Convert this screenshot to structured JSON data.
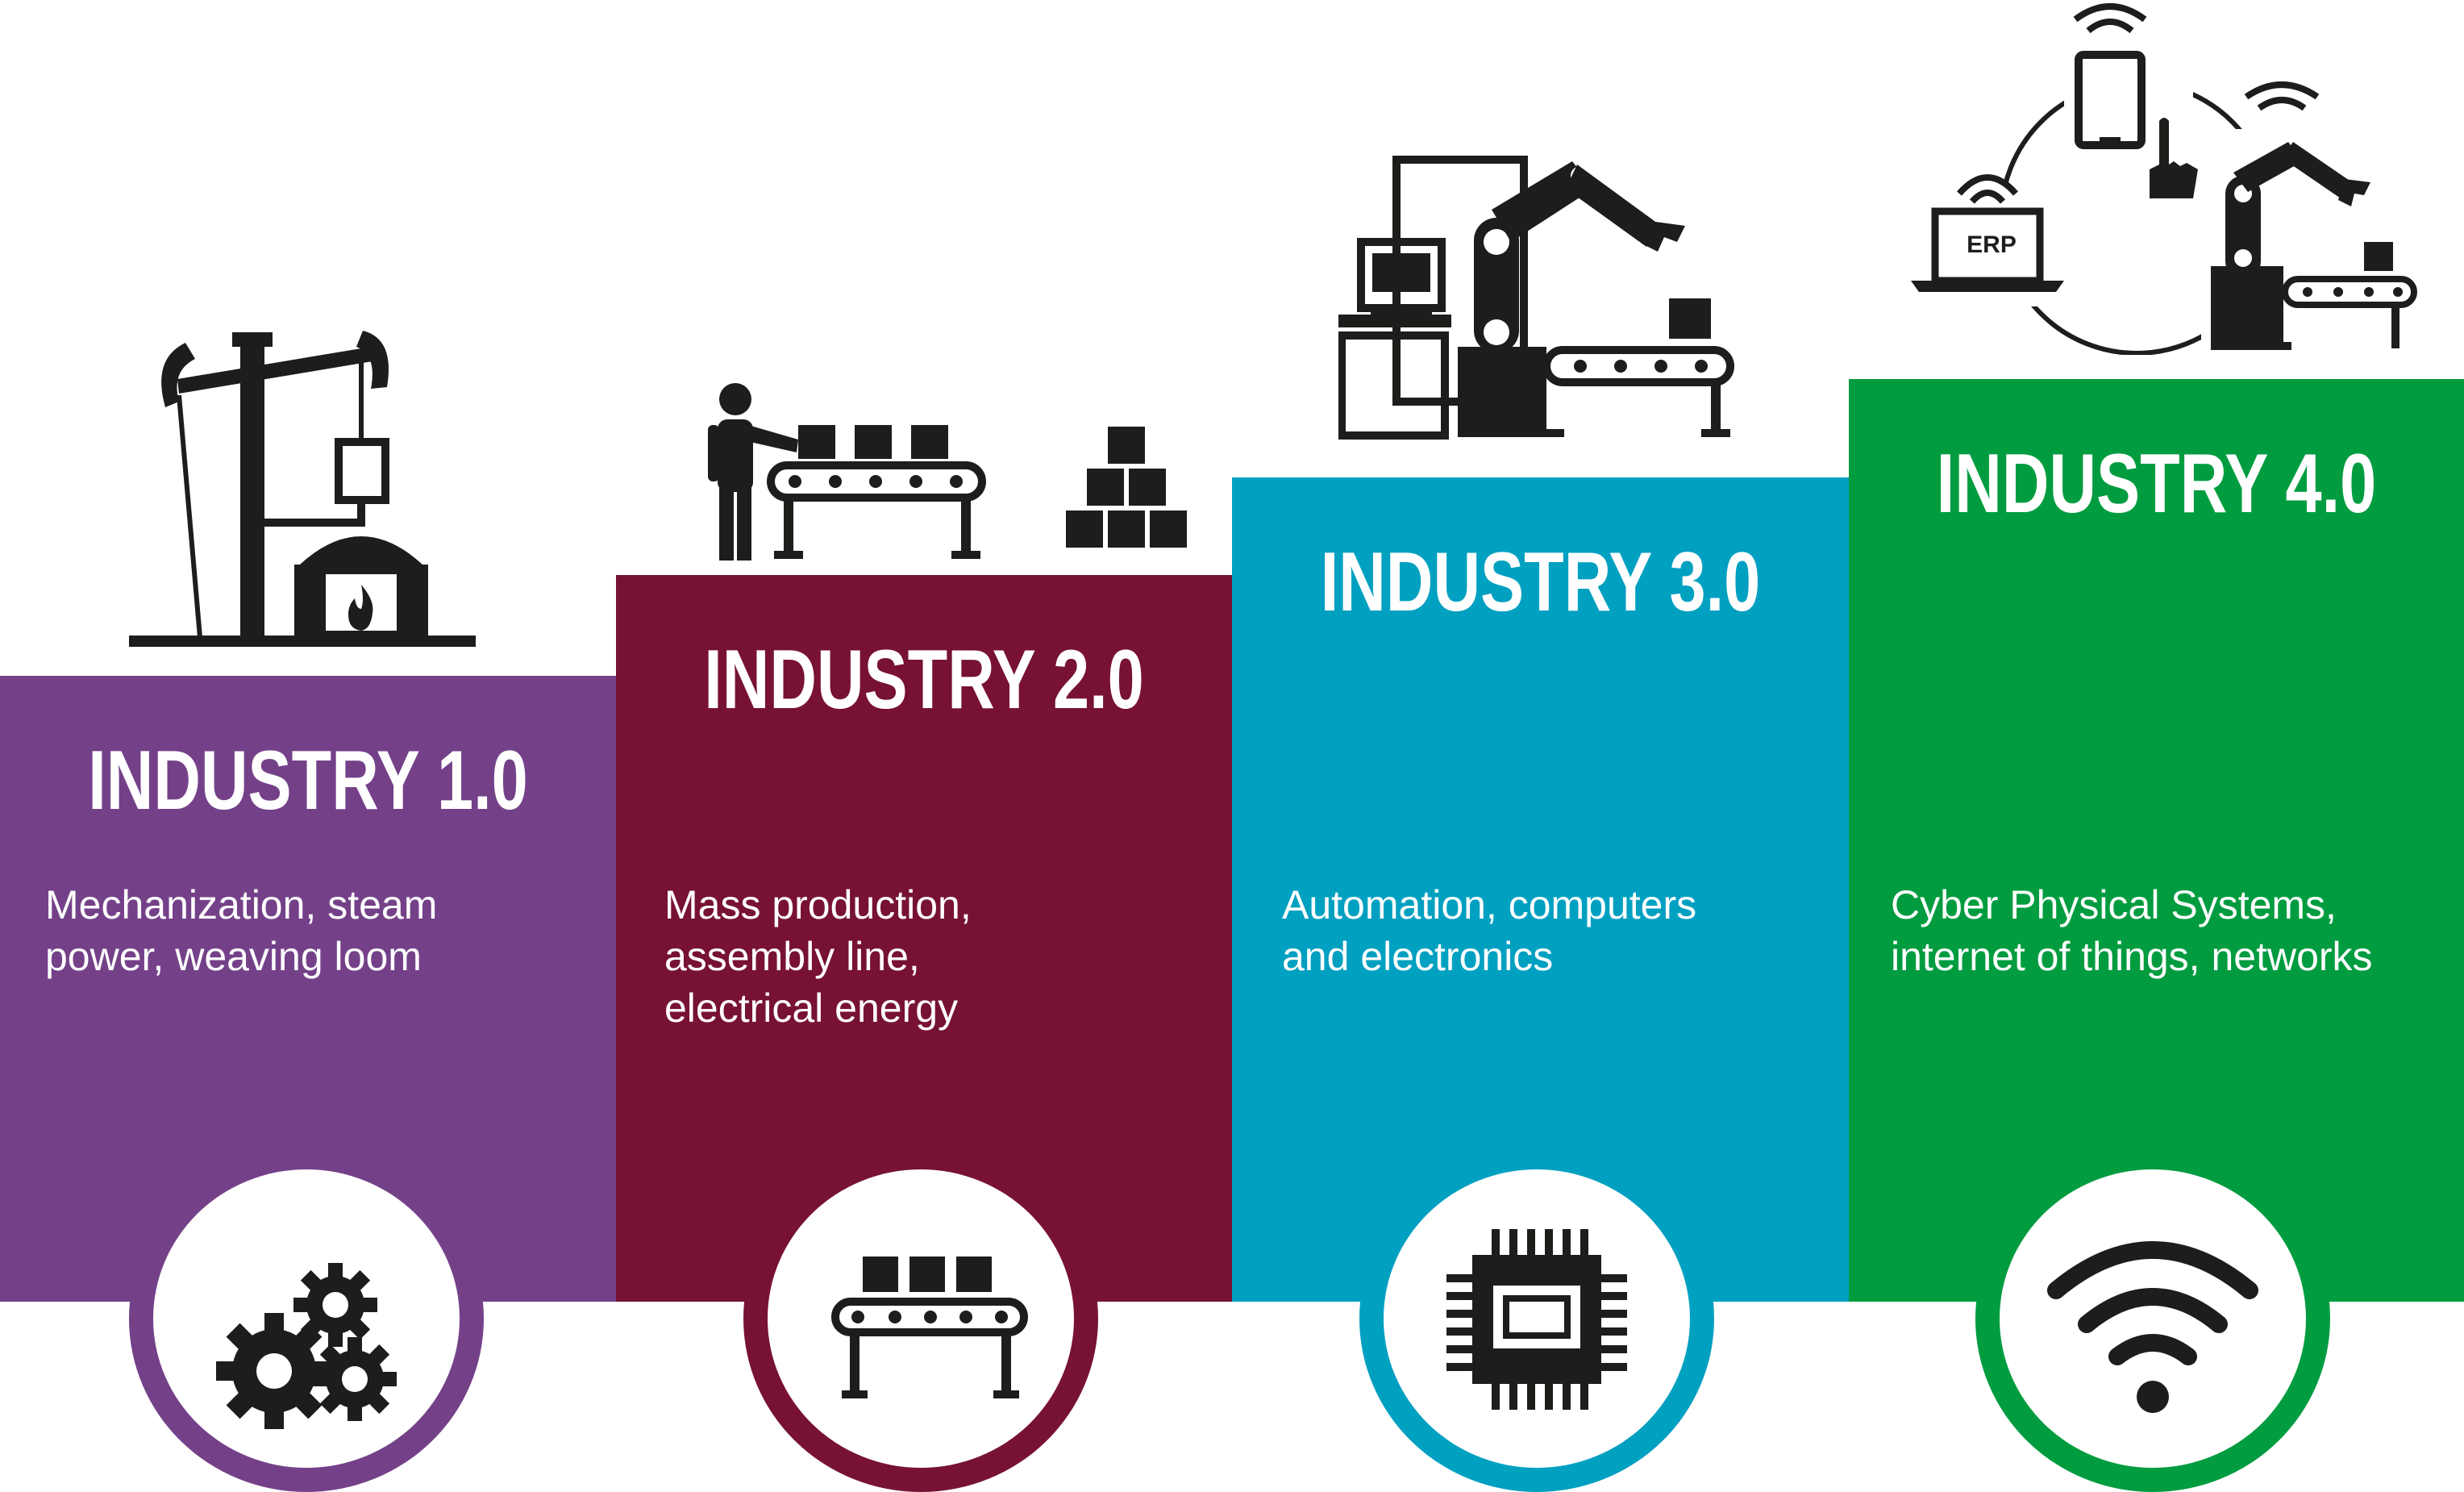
{
  "colors": {
    "industry_1": "#744189",
    "industry_2": "#771234",
    "industry_3": "#00a0c1",
    "industry_4": "#009c3f",
    "icon": "#1d1d1b"
  },
  "stages": [
    {
      "title": "INDUSTRY 1.0",
      "description": "Mechanization, steam\npower, weaving loom",
      "top_icon": "steam-pump-icon",
      "circle_icon": "gears-icon"
    },
    {
      "title": "INDUSTRY 2.0",
      "description": "Mass production,\nassembly line,\nelectrical energy",
      "top_icon": "assembly-line-worker-icon",
      "circle_icon": "conveyor-belt-icon"
    },
    {
      "title": "INDUSTRY 3.0",
      "description": "Automation, computers\nand electronics",
      "top_icon": "robot-arm-computer-icon",
      "circle_icon": "microchip-icon"
    },
    {
      "title": "INDUSTRY 4.0",
      "description": "Cyber Physical Systems,\ninternet of things, networks",
      "top_icon": "connected-factory-icon",
      "circle_icon": "wifi-icon"
    }
  ],
  "erp_label": "ERP"
}
